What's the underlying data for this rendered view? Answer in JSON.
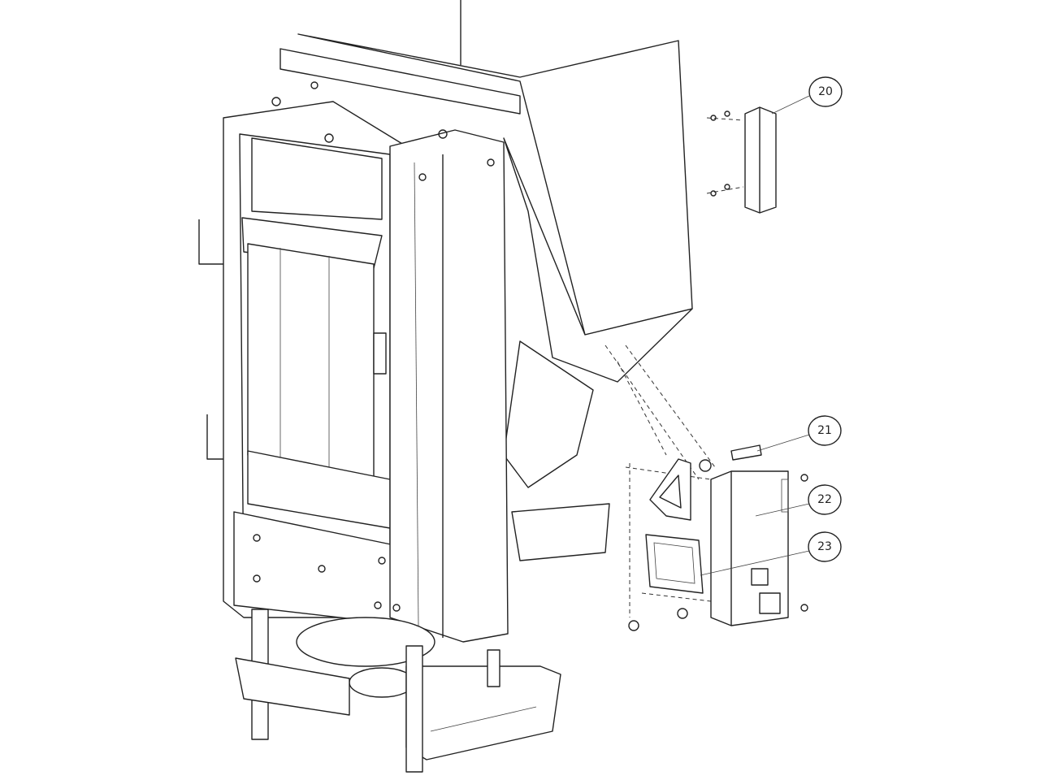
{
  "diagram": {
    "type": "exploded-view technical drawing",
    "callouts": [
      {
        "label": "20"
      },
      {
        "label": "21"
      },
      {
        "label": "22"
      },
      {
        "label": "23"
      }
    ]
  }
}
